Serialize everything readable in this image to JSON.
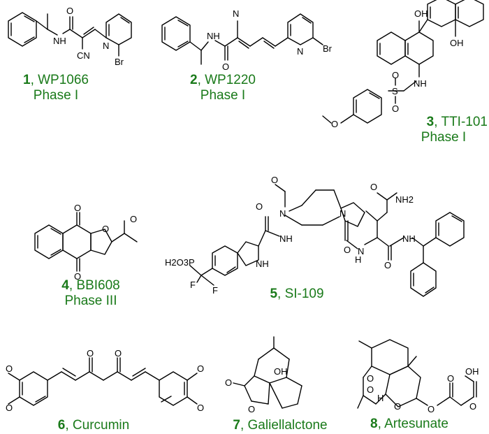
{
  "compounds": [
    {
      "number": "1",
      "name": "WP1066",
      "phase": "Phase I"
    },
    {
      "number": "2",
      "name": "WP1220",
      "phase": "Phase I"
    },
    {
      "number": "3",
      "name": "TTI-101",
      "phase": "Phase I"
    },
    {
      "number": "4",
      "name": "BBI608",
      "phase": "Phase III"
    },
    {
      "number": "5",
      "name": "SI-109",
      "phase": ""
    },
    {
      "number": "6",
      "name": "Curcumin",
      "phase": ""
    },
    {
      "number": "7",
      "name": "Galiellalctone",
      "phase": ""
    },
    {
      "number": "8",
      "name": "Artesunate",
      "phase": ""
    }
  ],
  "atoms": {
    "O": "O",
    "N": "N",
    "NH": "NH",
    "Br": "Br",
    "CN": "CN",
    "OH": "OH",
    "S": "S",
    "NH2": "NH2",
    "H": "H",
    "F": "F",
    "P": "P",
    "H2O3P": "H2O3P"
  },
  "colors": {
    "caption": "#1a7a1a",
    "bond": "#000000"
  }
}
